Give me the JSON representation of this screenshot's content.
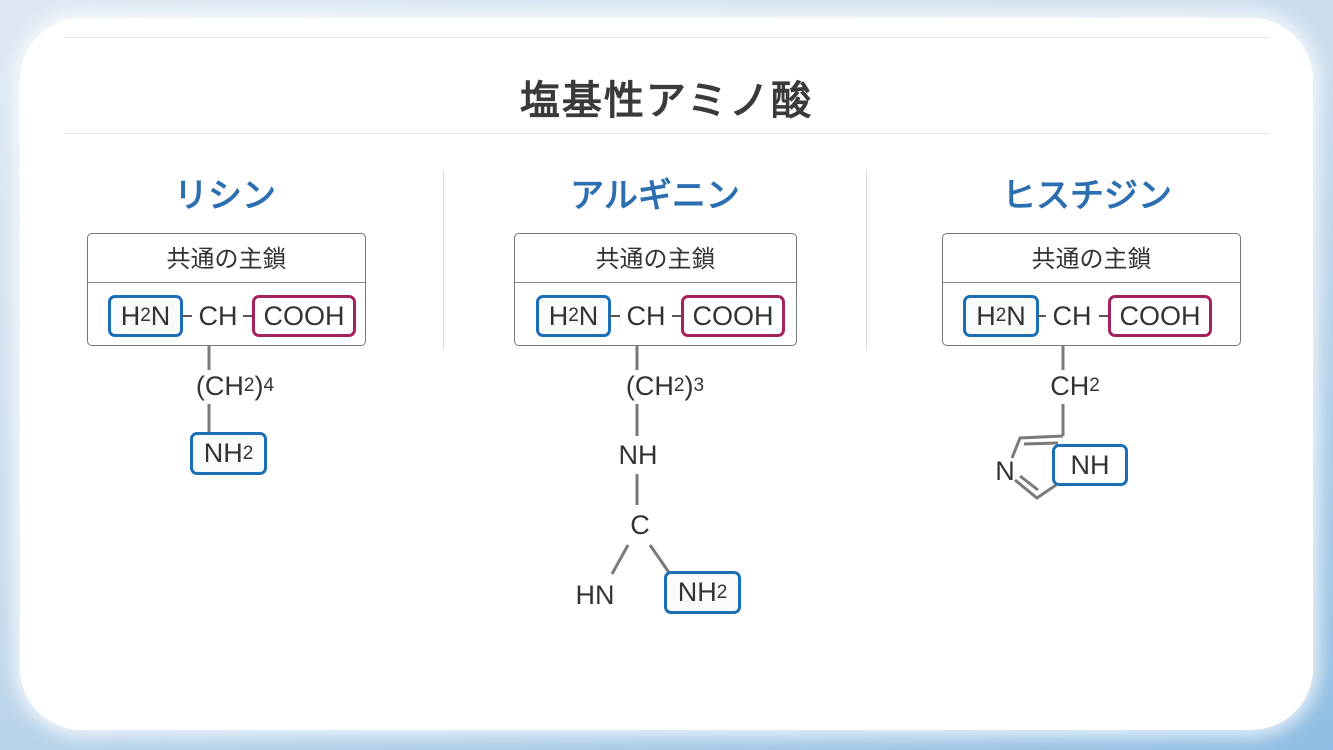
{
  "title": "塩基性アミノ酸",
  "common_chain_label": "共通の主鎖",
  "main_chain": {
    "amino": "H",
    "amino_sub": "2",
    "amino_n": "N",
    "ch": "CH",
    "carboxyl": "COOH"
  },
  "colors": {
    "amino": "#1a6fb5",
    "carboxyl": "#a6245e",
    "name": "#2c6fb0"
  },
  "lysine": {
    "name": "リシン",
    "side1": "(CH",
    "side1_sub": "2",
    "side1_close": ")",
    "side1_n": "4",
    "end": "NH",
    "end_sub": "2"
  },
  "arginine": {
    "name": "アルギニン",
    "side1": "(CH",
    "side1_sub": "2",
    "side1_close": ")",
    "side1_n": "3",
    "nh": "NH",
    "c": "C",
    "hn": "HN",
    "end": "NH",
    "end_sub": "2"
  },
  "histidine": {
    "name": "ヒスチジン",
    "side1": "CH",
    "side1_sub": "2",
    "ring_n": "N",
    "ring_nh": "NH"
  }
}
